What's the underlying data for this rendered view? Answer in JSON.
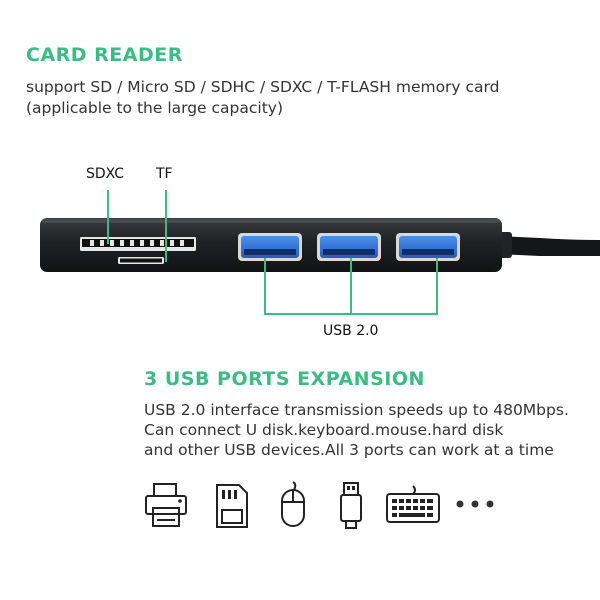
{
  "card_reader": {
    "title": "CARD READER",
    "line1": "support SD / Micro SD / SDHC / SDXC / T-FLASH memory card",
    "line2": "(applicable to the large capacity)"
  },
  "device": {
    "sdxc_label": "SDXC",
    "tf_label": "TF",
    "usb_label": "USB 2.0",
    "body_color": "#1f2124",
    "port_color": "#2a6fd6",
    "callout_color": "#3dbb84"
  },
  "usb_expansion": {
    "title": "3 USB PORTS EXPANSION",
    "line1": "USB 2.0 interface transmission speeds up to 480Mbps.",
    "line2": "Can connect U disk.keyboard.mouse.hard disk",
    "line3": "and other USB devices.All 3 ports can work at a time"
  },
  "icons": [
    "printer-icon",
    "sd-card-icon",
    "mouse-icon",
    "usb-drive-icon",
    "keyboard-icon",
    "more-dots-icon"
  ]
}
